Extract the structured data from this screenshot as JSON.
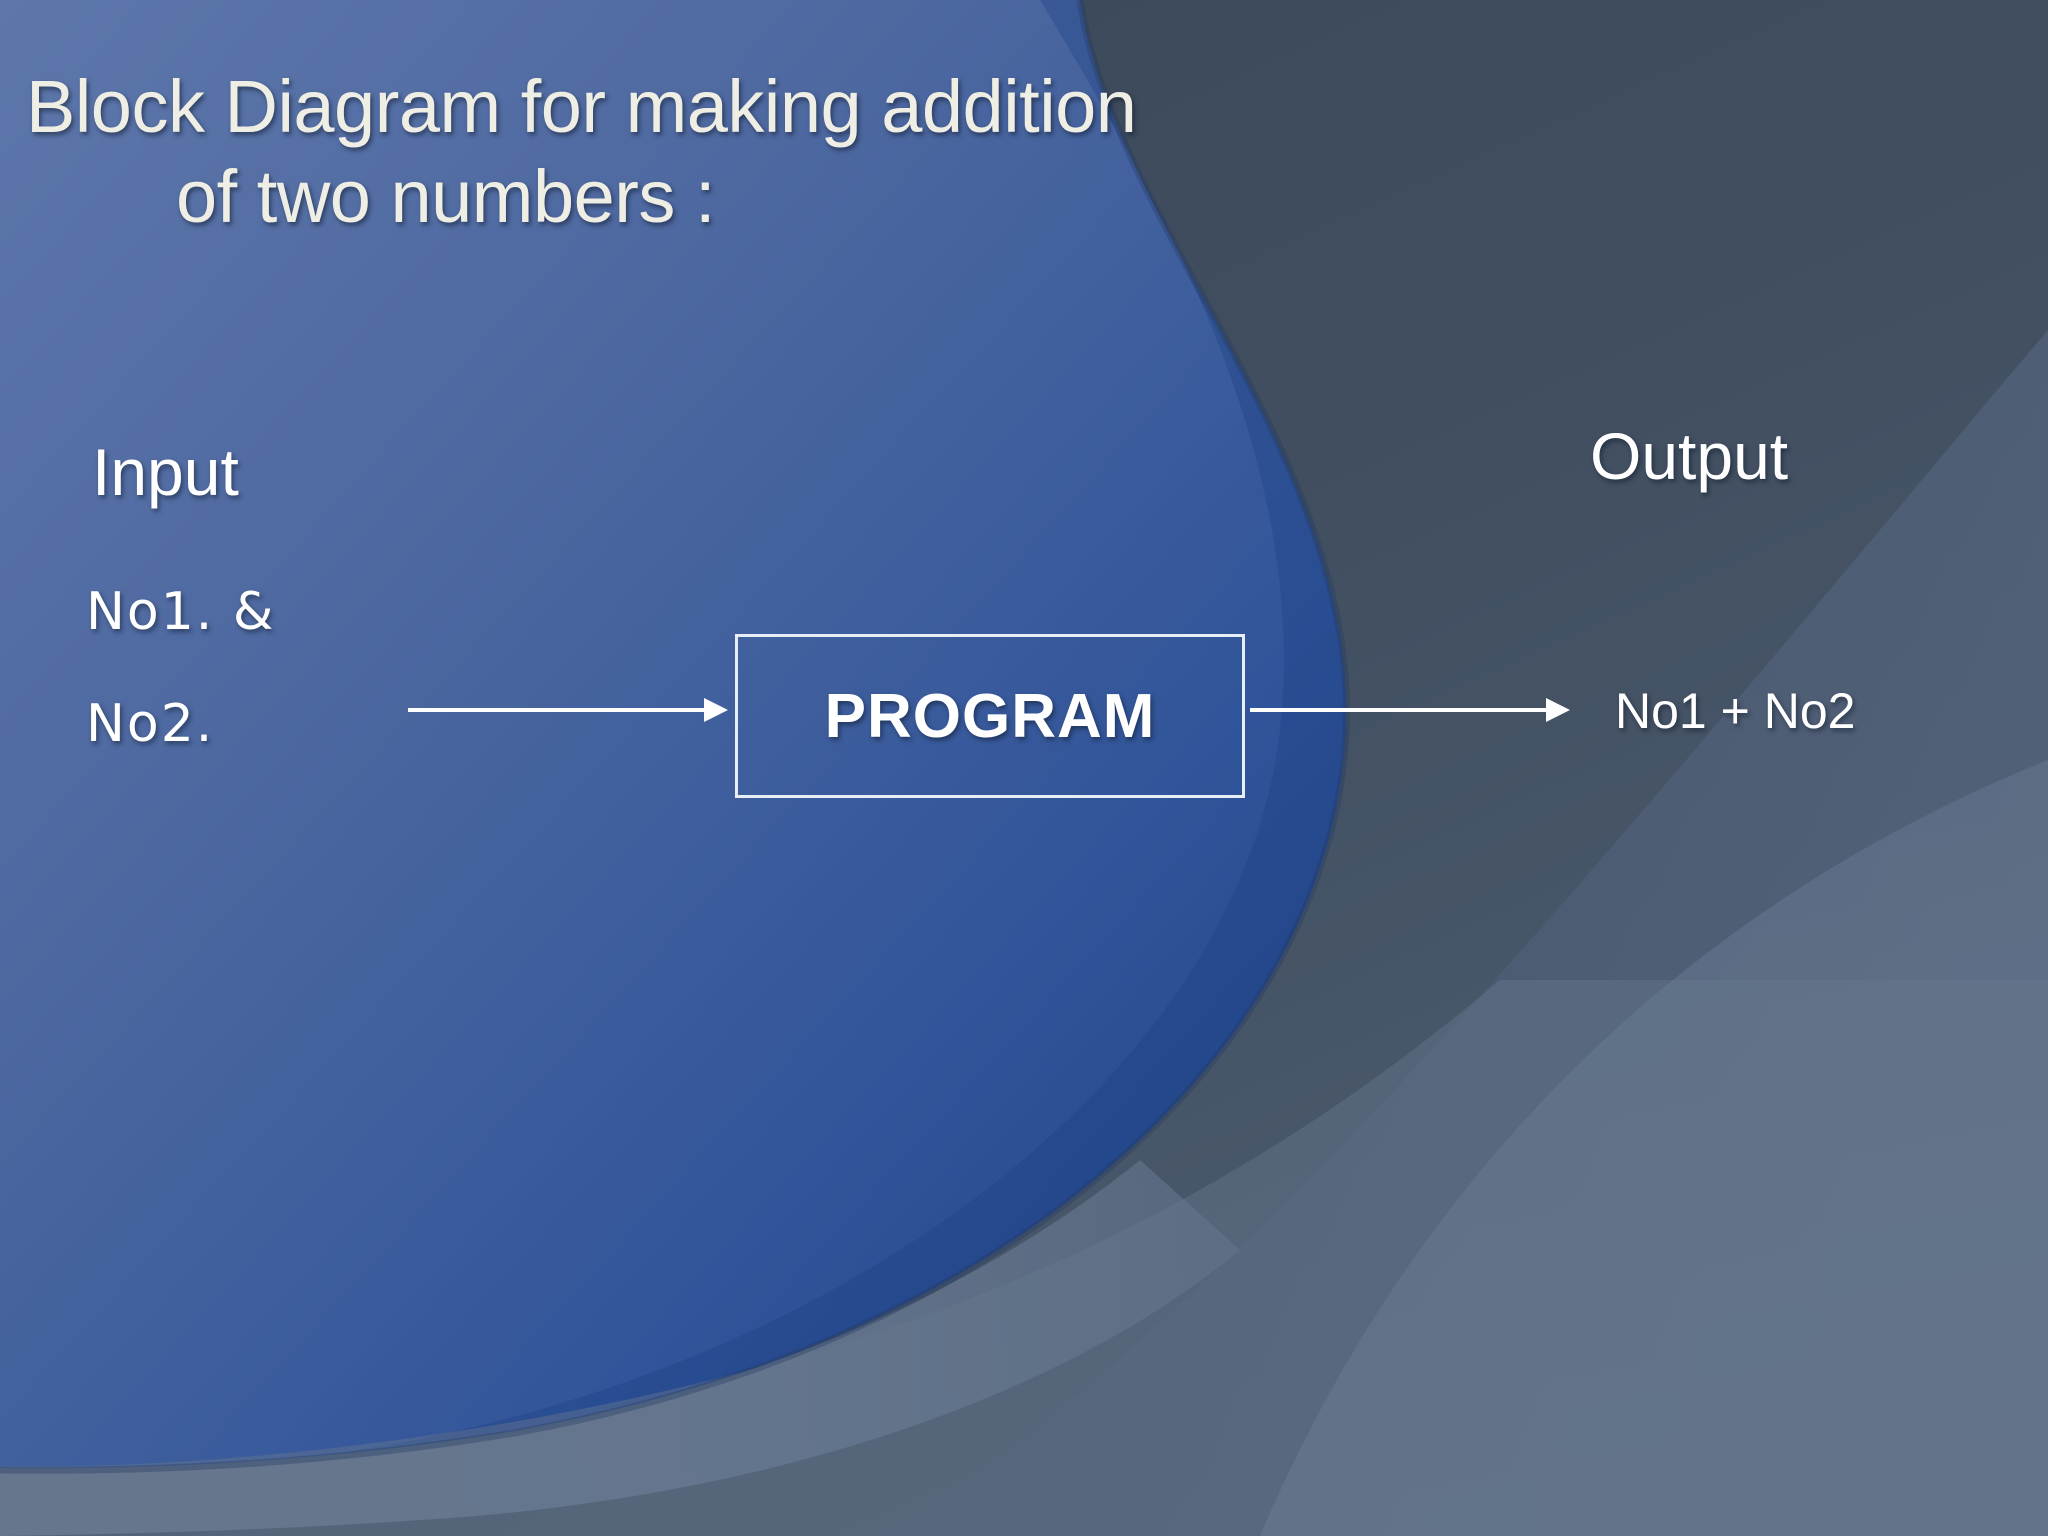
{
  "slide": {
    "title_line1": "Block Diagram for making addition",
    "title_line2": "of two numbers :",
    "input_label": "Input",
    "output_label": "Output",
    "operand1": "No1.  &",
    "operand2": "No2.",
    "process_label": "PROGRAM",
    "result_label": "No1 + No2"
  },
  "icons": {
    "arrow_in": "right-arrow-icon",
    "arrow_out": "right-arrow-icon"
  },
  "colors": {
    "background_blue": "#4f6ba3",
    "background_deep_blue": "#1f4281",
    "background_dark_slate": "#39475a",
    "background_gray_blue": "#5f7089",
    "title_text": "#efeee4",
    "body_text": "#ffffff",
    "box_border": "#e8eef6"
  }
}
